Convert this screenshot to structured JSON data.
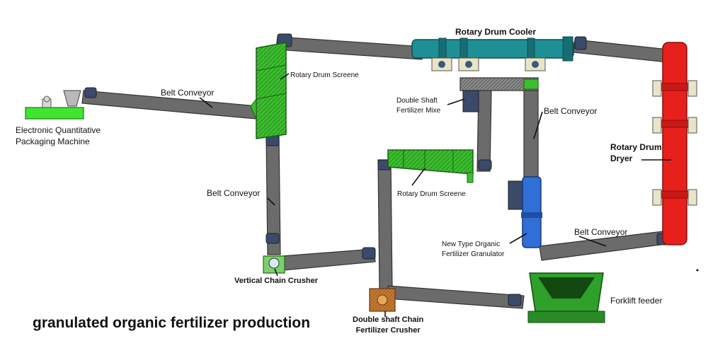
{
  "title": "granulated organic fertilizer production",
  "equipment": {
    "rotary_drum_cooler": "Rotary Drum Cooler",
    "rotary_drum_screene_top": "Rotary Drum Screene",
    "rotary_drum_screene_mid": "Rotary Drum Screene",
    "double_shaft_mixer": [
      "Double Shaft",
      "Fertilizer Mixe"
    ],
    "rotary_drum_dryer": [
      "Rotary Drum",
      "Dryer"
    ],
    "packaging_machine": [
      "Electronic Quantitative",
      "Packaging Machine"
    ],
    "granulator": [
      "New Type Organic",
      "Fertilizer Granulator"
    ],
    "vertical_chain_crusher": "Vertical Chain Crusher",
    "double_shaft_chain_crusher": [
      "Double shaft Chain",
      "Fertilizer Crusher"
    ],
    "forklift_feeder": "Forklift feeder"
  },
  "conveyors": {
    "packaging_belt": "Belt Conveyor",
    "left_vertical_belt": "Belt Conveyor",
    "mixer_belt": "Belt Conveyor",
    "dryer_belt": "Belt Conveyor"
  },
  "colors": {
    "conveyor": "#6b6b6b",
    "conveyor_edge": "#3a3a3a",
    "screen_green": "#3cbf2e",
    "cooler_teal": "#1f8f96",
    "dryer_red": "#e8201c",
    "granulator_blue": "#2f6fd6",
    "feeder_green": "#2fa02a",
    "crusher_orange": "#c8782c"
  }
}
